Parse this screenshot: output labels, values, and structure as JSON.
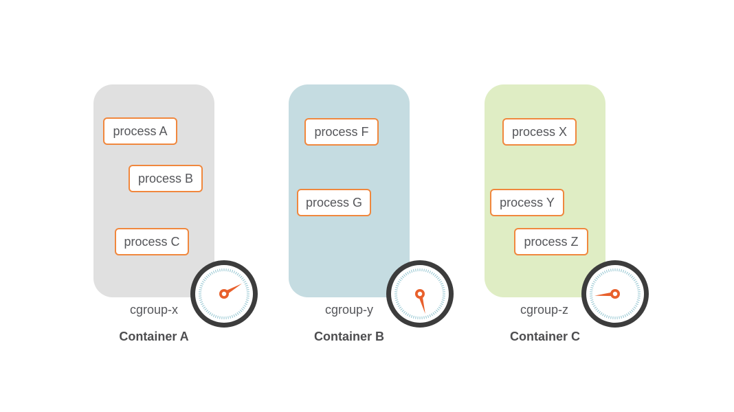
{
  "containers": [
    {
      "name": "Container A",
      "cgroup": "cgroup-x",
      "processes": [
        "process A",
        "process B",
        "process C"
      ]
    },
    {
      "name": "Container B",
      "cgroup": "cgroup-y",
      "processes": [
        "process F",
        "process G"
      ]
    },
    {
      "name": "Container C",
      "cgroup": "cgroup-z",
      "processes": [
        "process X",
        "process Y",
        "process Z"
      ]
    }
  ],
  "gauges": [
    {
      "icon": "gauge-icon",
      "needle_angle_deg": 60
    },
    {
      "icon": "gauge-icon",
      "needle_angle_deg": 165
    },
    {
      "icon": "gauge-icon",
      "needle_angle_deg": 265
    }
  ],
  "colors": {
    "container_a_bg": "#e0e0e0",
    "container_b_bg": "#c5dce1",
    "container_c_bg": "#dfedc4",
    "process_border": "#f0873d",
    "gauge_ring": "#3c3c3c",
    "gauge_needle": "#e8602c",
    "gauge_ticks": "#8fc3cf",
    "text": "#55565a"
  }
}
